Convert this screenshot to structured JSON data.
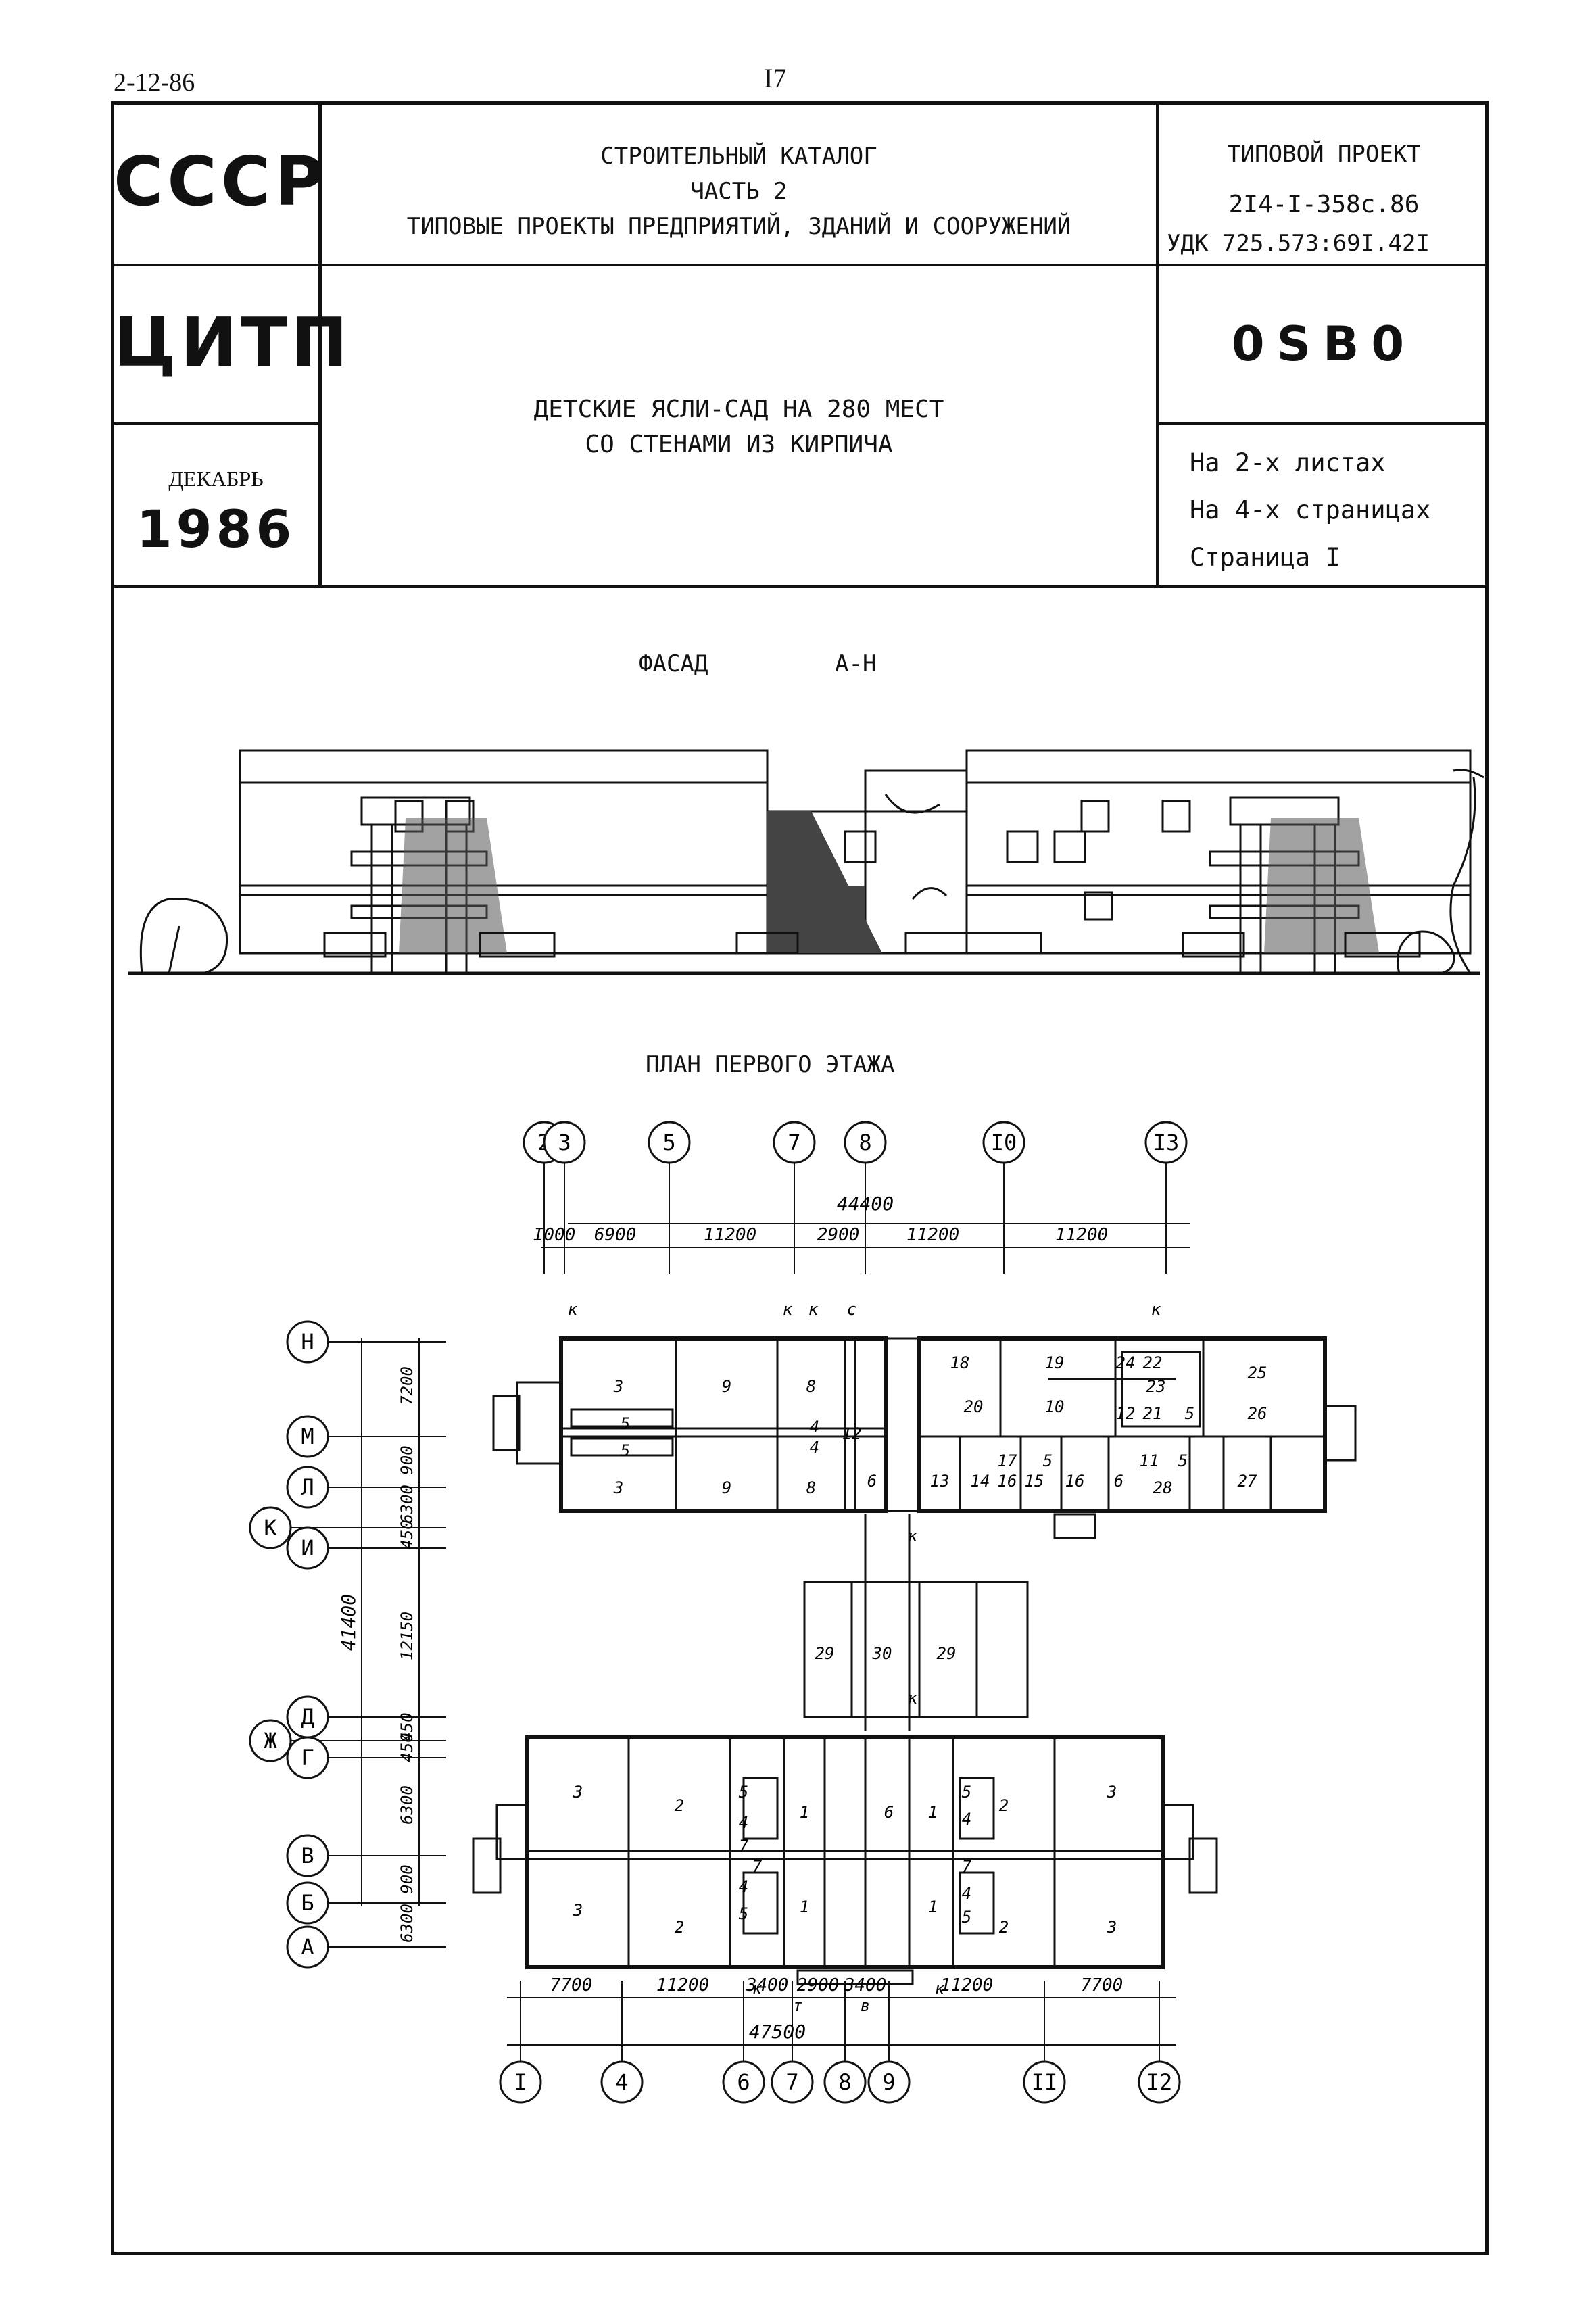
{
  "corner_code": "2-12-86",
  "page_number": "I7",
  "header": {
    "org1": "СССР",
    "org2": "ЦИТП",
    "month": "ДЕКАБРЬ",
    "year": "1986",
    "catalog_line1": "СТРОИТЕЛЬНЫЙ КАТАЛОГ",
    "catalog_line2": "ЧАСТЬ  2",
    "catalog_line3": "ТИПОВЫЕ ПРОЕКТЫ ПРЕДПРИЯТИЙ, ЗДАНИЙ И СООРУЖЕНИЙ",
    "project_label": "ТИПОВОЙ ПРОЕКТ",
    "project_number": "2I4-I-358с.86",
    "udk": "УДК 725.573:69I.42I",
    "code": "0SB0",
    "title_line1": "ДЕТСКИЕ ЯСЛИ-САД НА 280 МЕСТ",
    "title_line2": "СО СТЕНАМИ ИЗ КИРПИЧА",
    "sheets": "На 2-х листах",
    "pages": "На 4-х страницах",
    "page": "Страница I"
  },
  "facade": {
    "title": "ФАСАД",
    "axes": "А-Н"
  },
  "plan": {
    "title": "ПЛАН ПЕРВОГО ЭТАЖА",
    "top_axes": [
      "2",
      "3",
      "5",
      "7",
      "8",
      "I0",
      "I3"
    ],
    "top_total": "44400",
    "top_dims": [
      "I000",
      "6900",
      "11200",
      "2900",
      "11200",
      "11200"
    ],
    "bottom_axes": [
      "I",
      "4",
      "6",
      "7",
      "8",
      "9",
      "II",
      "I2"
    ],
    "bottom_total": "47500",
    "bottom_dims": [
      "7700",
      "11200",
      "3400",
      "2900",
      "3400",
      "11200",
      "7700"
    ],
    "left_axes": [
      "Н",
      "М",
      "Л",
      "К",
      "И",
      "Д",
      "Ж",
      "Г",
      "В",
      "Б",
      "А"
    ],
    "left_total": "41400",
    "left_dims": [
      "7200",
      "900",
      "6300",
      "450",
      "12150",
      "450",
      "450",
      "6300",
      "900",
      "6300"
    ],
    "rooms": [
      "3",
      "9",
      "8",
      "5",
      "5",
      "4",
      "4",
      "3",
      "9",
      "8",
      "6",
      "12",
      "18",
      "19",
      "20",
      "10",
      "24",
      "22",
      "23",
      "21",
      "12",
      "5",
      "25",
      "26",
      "13",
      "14",
      "16",
      "17",
      "15",
      "5",
      "16",
      "6",
      "11",
      "5",
      "28",
      "27",
      "29",
      "30",
      "29",
      "3",
      "2",
      "5",
      "4",
      "7",
      "1",
      "6",
      "1",
      "5",
      "4",
      "2",
      "3",
      "7",
      "7",
      "3",
      "2",
      "4",
      "5",
      "1",
      "1",
      "4",
      "5",
      "2",
      "3"
    ],
    "marks": [
      "к",
      "к",
      "к",
      "с",
      "к",
      "к",
      "к",
      "к",
      "к",
      "т",
      "в"
    ]
  }
}
